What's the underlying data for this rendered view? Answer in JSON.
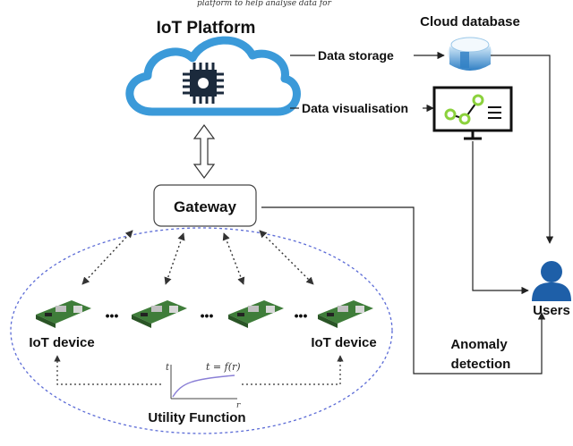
{
  "caption_fragment": "platform to help analyse data for",
  "platform": {
    "title": "IoT Platform"
  },
  "cloud_db": {
    "title": "Cloud database"
  },
  "flows": {
    "storage": "Data storage",
    "visualisation": "Data visualisation"
  },
  "gateway": {
    "label": "Gateway"
  },
  "users": {
    "label": "Users"
  },
  "anomaly": {
    "line1": "Anomaly",
    "line2": "detection"
  },
  "devices": {
    "left_label": "IoT device",
    "right_label": "IoT device",
    "ellipsis": "•••"
  },
  "utility": {
    "label": "Utility Function",
    "axis_t": "t",
    "axis_r": "r",
    "formula": "t = f(r)"
  },
  "colors": {
    "cloud_blue": "#3b9ad9",
    "chip_dark": "#1b2a3c",
    "ellipse_dash": "#5b6bd6",
    "viz_green": "#8bd13c",
    "user_blue": "#1e5fa8",
    "db_blue": "#2f7fc4"
  }
}
